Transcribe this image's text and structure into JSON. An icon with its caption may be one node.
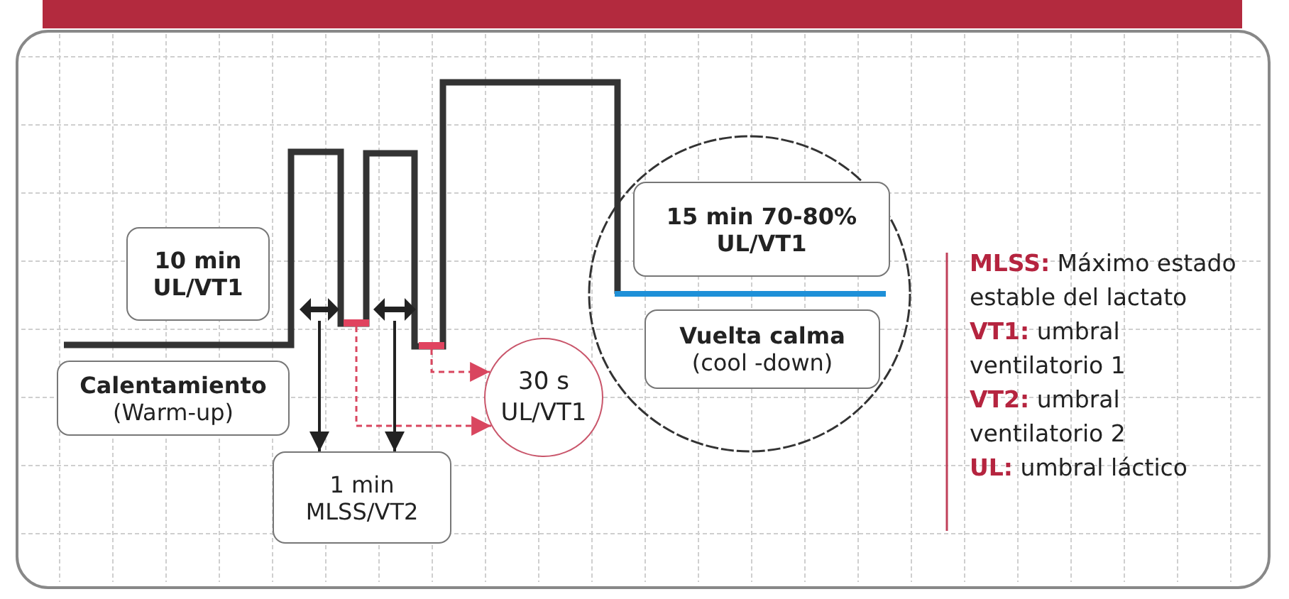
{
  "diagram": {
    "nodes": [
      {
        "text": [
          "10 min UL/VT1"
        ]
      },
      {
        "text": [
          "Calentamiento",
          "(Warm-up)"
        ]
      },
      {
        "text": [
          "1 min MLSS/VT2"
        ]
      },
      {
        "text": [
          "30 s UL/VT1"
        ]
      },
      {
        "text": [],
        "shape": "circle"
      },
      {
        "text": [
          "15 min 70-80% UL/VT1"
        ],
        "in": 4
      },
      {
        "text": [
          "Vuelta calma",
          "(cool -down)"
        ],
        "in": 4
      },
      {
        "text": [],
        "shape": "arrow"
      },
      {
        "text": [],
        "shape": "arrow"
      },
      {
        "text": [],
        "shape": "bar"
      },
      {
        "text": [],
        "shape": "bar"
      }
    ],
    "edges": [
      {
        "from": 7,
        "to": 2,
        "arrow": "to"
      },
      {
        "from": 8,
        "to": 2,
        "arrow": "to"
      },
      {
        "from": 9,
        "to": 3,
        "arrow": "to",
        "style": "dashed",
        "color": "#d9465f"
      },
      {
        "from": 10,
        "to": 3,
        "arrow": "to",
        "style": "dashed",
        "color": "#d9465f"
      }
    ],
    "labels": [
      "**MLSS:** Máximo estado estable del lactato",
      "**VT1:** umbral ventilatorio 1",
      "**VT2:** umbral ventilatorio 2",
      "**UL:** umbral láctico"
    ]
  }
}
